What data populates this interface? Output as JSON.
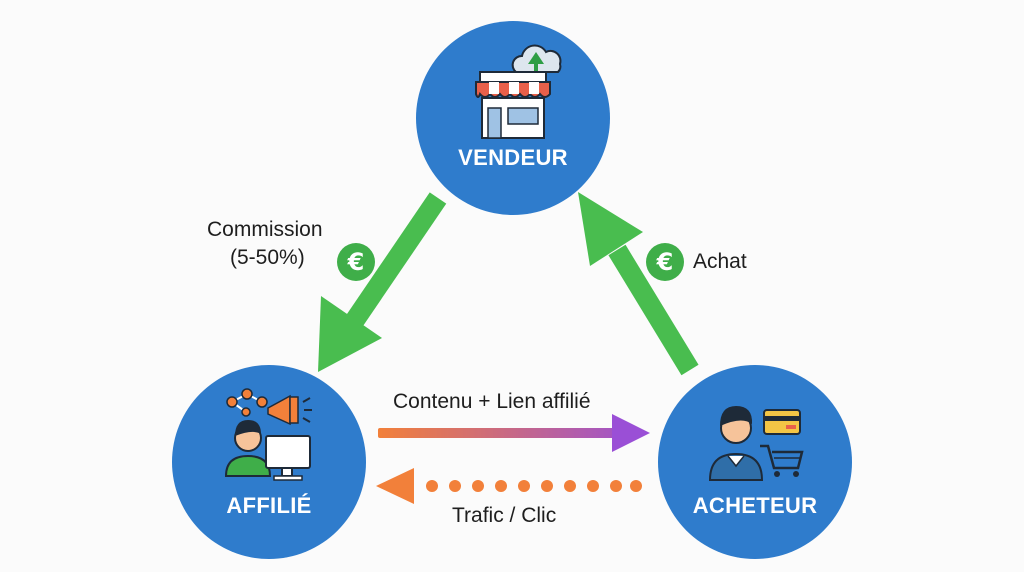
{
  "nodes": {
    "vendeur": {
      "label": "VENDEUR"
    },
    "affilie": {
      "label": "AFFILIÉ"
    },
    "acheteur": {
      "label": "ACHETEUR"
    }
  },
  "edges": {
    "commission": {
      "line1": "Commission",
      "line2": "(5-50%)",
      "currency": "€"
    },
    "achat": {
      "label": "Achat",
      "currency": "€"
    },
    "contenu": {
      "label": "Contenu + Lien affilié"
    },
    "trafic": {
      "label": "Trafic / Clic"
    }
  },
  "colors": {
    "node_blue": "#2f7ccc",
    "green_arrow": "#49bd4f",
    "euro_badge": "#3fae49",
    "orange": "#f2803a",
    "purple": "#9a4fd6"
  }
}
